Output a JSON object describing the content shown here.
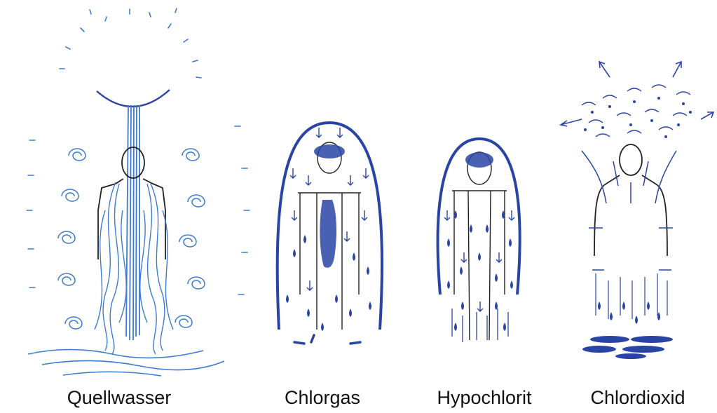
{
  "colors": {
    "dark_ink": "#2a44a6",
    "light_ink": "#3c7bd0",
    "figure_line": "#222222",
    "background": "#ffffff"
  },
  "panels": [
    {
      "id": "quellwasser",
      "label": "Quellwasser"
    },
    {
      "id": "chlorgas",
      "label": "Chlorgas"
    },
    {
      "id": "hypochlorit",
      "label": "Hypochlorit"
    },
    {
      "id": "chlordioxid",
      "label": "Chlordioxid"
    }
  ]
}
